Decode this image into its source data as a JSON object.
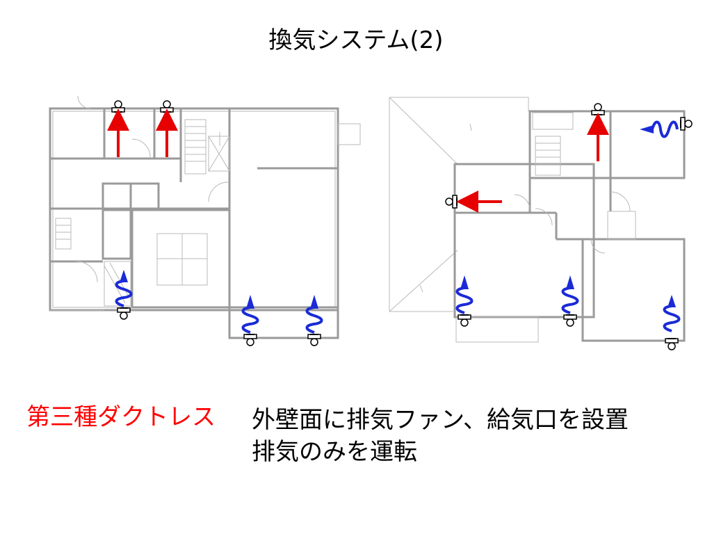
{
  "title": "換気システム(2)",
  "caption": {
    "label": "第三種ダクトレス",
    "line1": "外壁面に排気ファン、給気口を設置",
    "line2": "排気のみを運転"
  },
  "colors": {
    "exhaust_arrow": "#e60000",
    "supply_inlet": "#1a2bd6",
    "wall": "#9a9a9a",
    "label_red": "#ff0000"
  },
  "icons": [
    "exhaust-fan-icon",
    "supply-inlet-icon",
    "red-arrow-icon",
    "blue-wave-icon"
  ]
}
